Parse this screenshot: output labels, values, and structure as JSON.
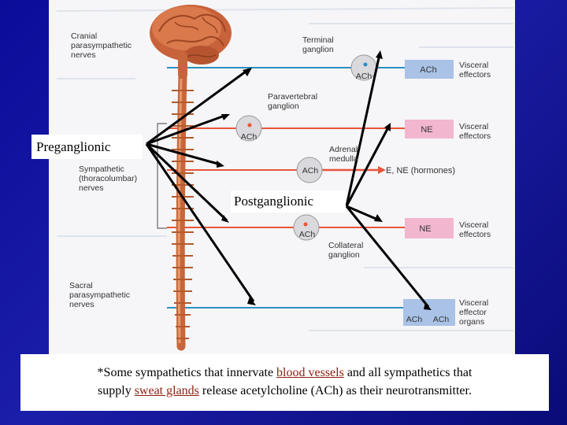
{
  "labels": {
    "cranial": [
      "Cranial",
      "parasympathetic",
      "nerves"
    ],
    "terminal": [
      "Terminal",
      "ganglion"
    ],
    "paravertebral": [
      "Paravertebral",
      "ganglion"
    ],
    "adrenal": [
      "Adrenal",
      "medulla"
    ],
    "sympathetic": [
      "Sympathetic",
      "(thoracolumbar)",
      "nerves"
    ],
    "collateral": [
      "Collateral",
      "ganglion"
    ],
    "sacral": [
      "Sacral",
      "parasympathetic",
      "nerves"
    ],
    "visceral_effectors": [
      "Visceral",
      "effectors"
    ],
    "visceral_effector_organs": [
      "Visceral",
      "effector",
      "organs"
    ],
    "hormones": "E, NE (hormones)"
  },
  "ganglia": {
    "terminal": "ACh",
    "paravertebral": "ACh",
    "adrenal": "ACh",
    "collateral": "ACh"
  },
  "effector_boxes": {
    "row1": "ACh",
    "row2": "NE",
    "row4": "NE",
    "row5_a": "ACh",
    "row5_b": "ACh"
  },
  "callouts": {
    "preganglionic": "Preganglionic",
    "postganglionic": "Postganglionic"
  },
  "caption": {
    "line1_before": "*Some sympathetics that innervate ",
    "line1_link": "blood vessels",
    "line1_after": " and all sympathetics that",
    "line2_before": "supply ",
    "line2_link": "sweat glands",
    "line2_after": " release acetylcholine (ACh) as their neurotransmitter."
  },
  "colors": {
    "background": "#1419a3",
    "parasympathetic_fiber": "#2a8fc0",
    "sympathetic_fiber": "#e8553a",
    "effector_blue": "#a9c2e6",
    "effector_pink": "#f2b6cf",
    "spine": "#c7663a",
    "caption_link": "#8b1f10"
  }
}
